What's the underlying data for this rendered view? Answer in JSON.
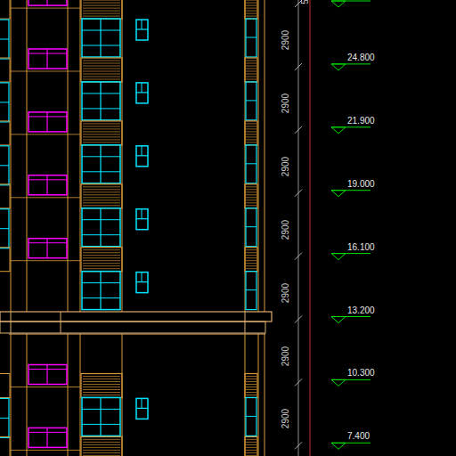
{
  "diagram": {
    "labels": [
      "5",
      "2900",
      "2900",
      "2900",
      "2900",
      "2900",
      "2900",
      "2900",
      "24.800",
      "21.900",
      "19.000",
      "16.100",
      "13.200",
      "10.300",
      "7.400"
    ]
  }
}
